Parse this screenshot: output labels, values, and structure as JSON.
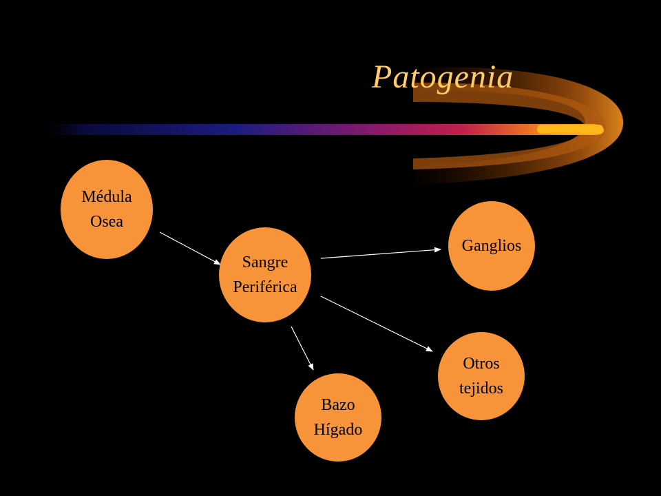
{
  "slide": {
    "title": "Patogenia"
  },
  "colors": {
    "background": "#000000",
    "title": "#ffcc66",
    "node_fill": "#f7943a",
    "arrow": "#ffffff",
    "text": "#000000"
  },
  "diagram": {
    "nodes": [
      {
        "id": "medula",
        "line1": "Médula",
        "line2": "Osea"
      },
      {
        "id": "sangre",
        "line1": "Sangre",
        "line2": "Periférica"
      },
      {
        "id": "ganglios",
        "line1": "Ganglios",
        "line2": ""
      },
      {
        "id": "otros",
        "line1": "Otros",
        "line2": "tejidos"
      },
      {
        "id": "bazo",
        "line1": "Bazo",
        "line2": "Hígado"
      }
    ],
    "edges": [
      {
        "from": "medula",
        "to": "sangre"
      },
      {
        "from": "sangre",
        "to": "ganglios"
      },
      {
        "from": "sangre",
        "to": "otros"
      },
      {
        "from": "sangre",
        "to": "bazo"
      }
    ]
  }
}
